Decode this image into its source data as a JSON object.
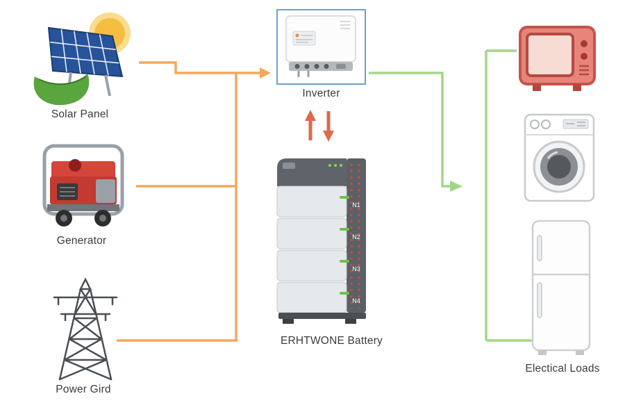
{
  "labels": {
    "solar": "Solar Panel",
    "generator": "Generator",
    "power_grid": "Power Gird",
    "inverter": "Inverter",
    "battery": "ERHTWONE Battery",
    "loads": "Electical Loads"
  },
  "battery_modules": [
    "N1",
    "N2",
    "N3",
    "N4"
  ],
  "colors": {
    "source_line": "#f2a95c",
    "load_line": "#a4d687",
    "flow_arrows": "#e0684d",
    "inverter_box_border": "#6b9fd4",
    "battery_led": "#6cc24a",
    "connector_dots": "#cf4a38"
  }
}
